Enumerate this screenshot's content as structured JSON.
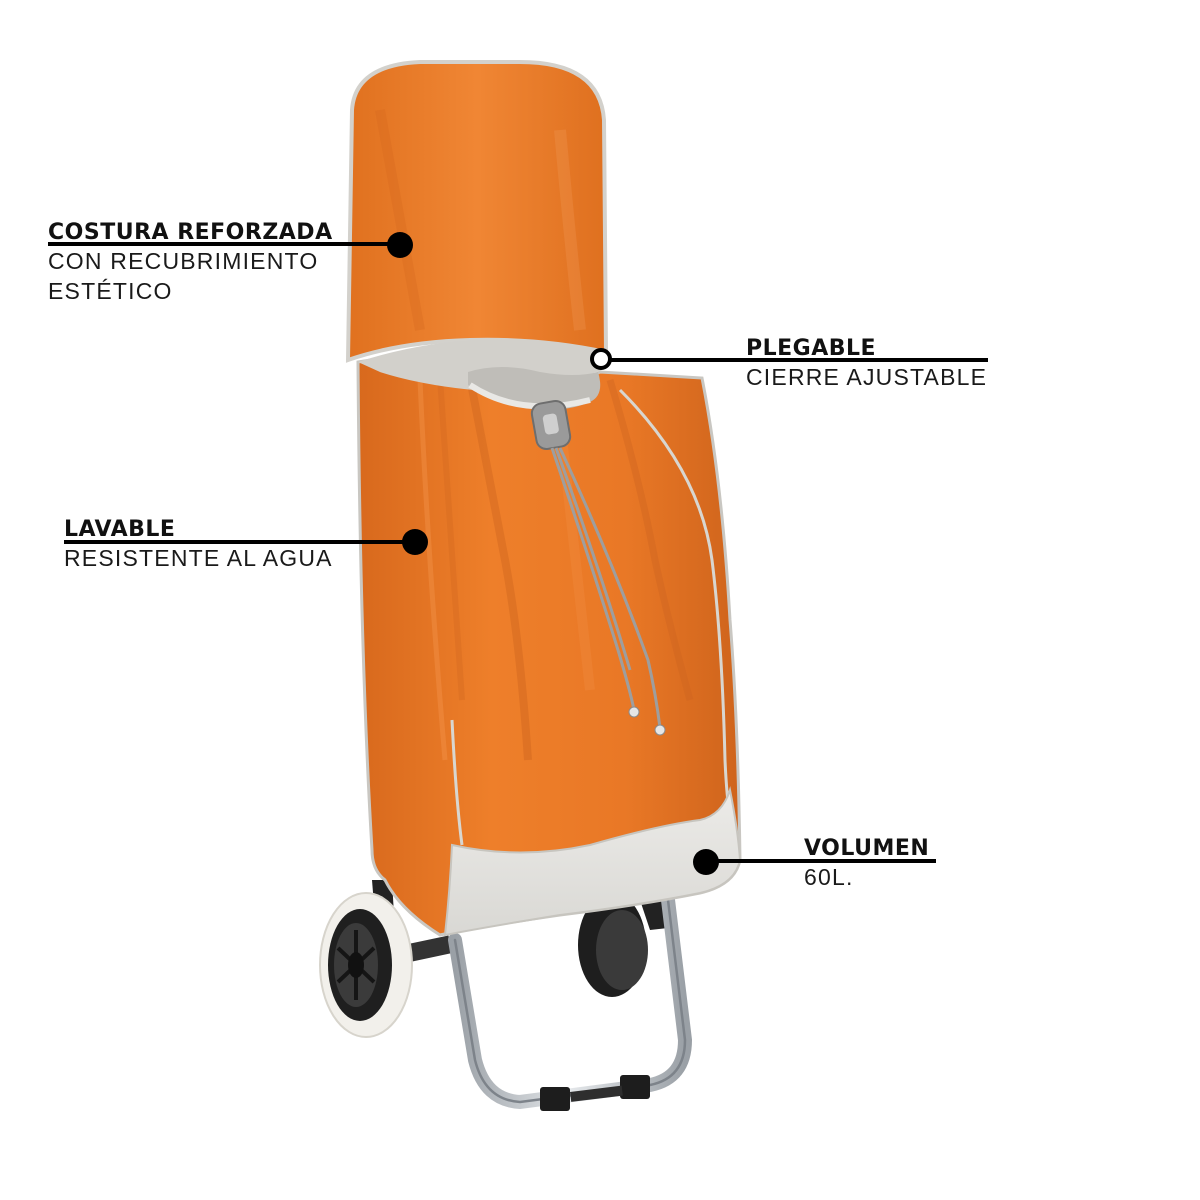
{
  "product": {
    "name": "orange-shopping-trolley-bag",
    "colors": {
      "bag": "#ea7a24",
      "bag_shadow": "#c9621a",
      "bag_light": "#f08a35",
      "trim": "#cfcfcf",
      "panel": "#e6e5e2",
      "frame": "#b8bcc2",
      "wheel": "#f3f1ec",
      "hub": "#2a2a2a"
    }
  },
  "callouts": [
    {
      "title": "COSTURA REFORZADA",
      "lines": [
        "CON RECUBRIMIENTO",
        "ESTÉTICO"
      ]
    },
    {
      "title": "PLEGABLE",
      "lines": [
        "CIERRE AJUSTABLE"
      ]
    },
    {
      "title": "LAVABLE",
      "lines": [
        "RESISTENTE AL AGUA"
      ]
    },
    {
      "title": "VOLUMEN",
      "lines": [
        "60L."
      ]
    }
  ]
}
